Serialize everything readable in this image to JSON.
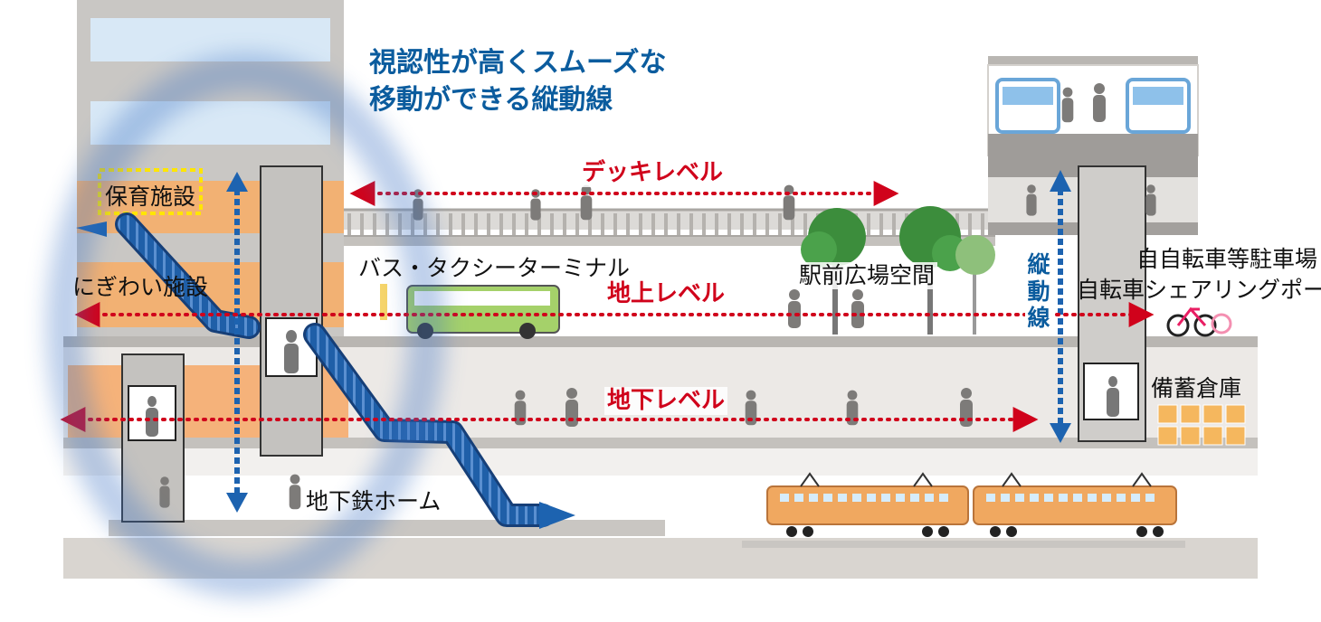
{
  "headline": {
    "line1": "視認性が高くスムーズな",
    "line2": "移動ができる縦動線"
  },
  "levels": {
    "deck": "デッキレベル",
    "ground": "地上レベル",
    "underground": "地下レベル"
  },
  "facilities": {
    "childcare": "保育施設",
    "nigiwai": "にぎわい施設",
    "bus_taxi": "バス・タクシーターミナル",
    "station_plaza": "駅前広場空間",
    "subway_platform": "地下鉄ホーム",
    "bicycle_parking": "自自転車等駐車場",
    "bicycle_share": "自転車シェアリングポート",
    "storage": "備蓄倉庫"
  },
  "vertical_circulation": [
    "縦",
    "動",
    "線"
  ],
  "colors": {
    "level_arrow_red": "#d0021b",
    "vertical_blue": "#1d63b0",
    "headline_blue": "#0b5c9e",
    "slab_gray": "#bdbab6",
    "building_gray": "#c9c7c4",
    "facility_orange": "#f2a65a",
    "train_orange": "#f0a860",
    "bus_green": "#9ccc65",
    "tree_green": "#3c8d3c"
  }
}
